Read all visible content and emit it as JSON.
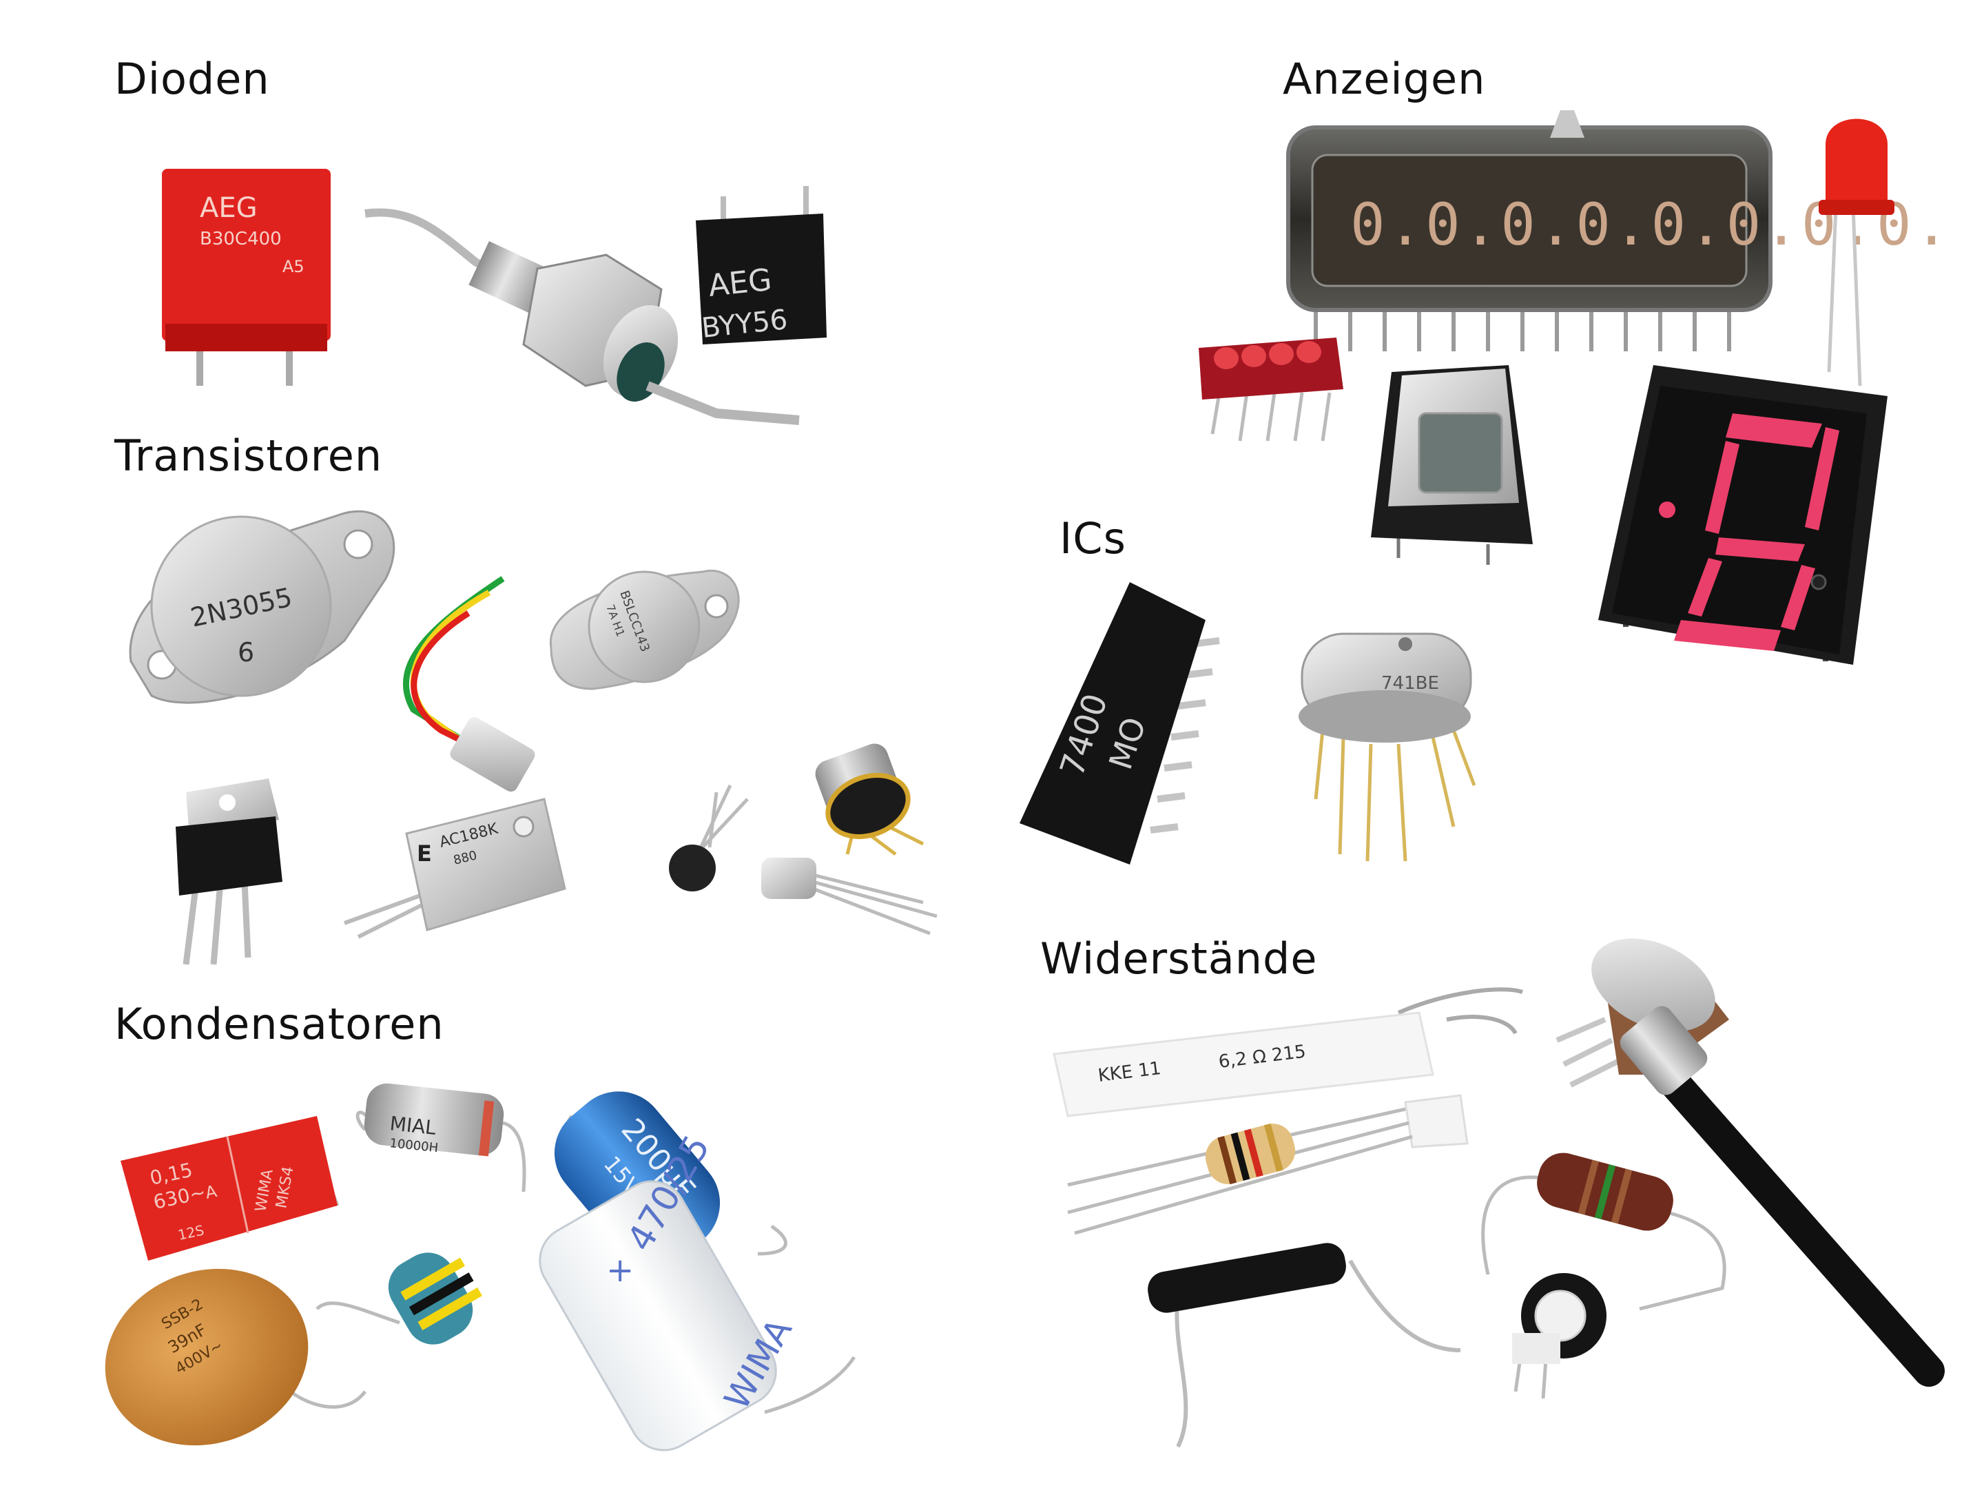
{
  "categories": {
    "dioden": "Dioden",
    "transistoren": "Transistoren",
    "kondensatoren": "Kondensatoren",
    "anzeigen": "Anzeigen",
    "ics": "ICs",
    "widerstaende": "Widerstände"
  },
  "markings": {
    "bridge_brand": "AEG",
    "bridge_type": "B30C400",
    "bridge_code": "A5",
    "black_diode_brand": "AEG",
    "black_diode_type": "BYY56",
    "power_transistor_type": "2N3055",
    "power_transistor_code": "6",
    "small_can_transistor": "BSLCC143",
    "small_can_transistor_code": "7A H1",
    "box_transistor_type": "AC188K",
    "box_transistor_code": "880",
    "box_transistor_letter": "E",
    "ic_dip": "7400",
    "ic_dip_code": "MO",
    "ic_can": "741BE",
    "red_cap_value": "0,15",
    "red_cap_voltage": "630~",
    "red_cap_letter": "A",
    "red_cap_code": "12S",
    "red_cap_brand": "WIMA",
    "red_cap_series": "MKS4",
    "white_cap_brand": "MIAL",
    "white_cap_value": "10000H",
    "blue_cap_value": "200µF",
    "blue_cap_voltage": "15V",
    "ceramic_cap_type": "SSB-2",
    "ceramic_cap_value": "39nF",
    "ceramic_cap_voltage": "400V~",
    "clear_cap_value": "470/25",
    "clear_cap_sign": "+",
    "clear_cap_brand": "WIMA",
    "power_resistor_label": "KKE 11",
    "power_resistor_value": "6,2 Ω 215",
    "vfd_digits": "0.0.0.0.0.0.0.0."
  }
}
